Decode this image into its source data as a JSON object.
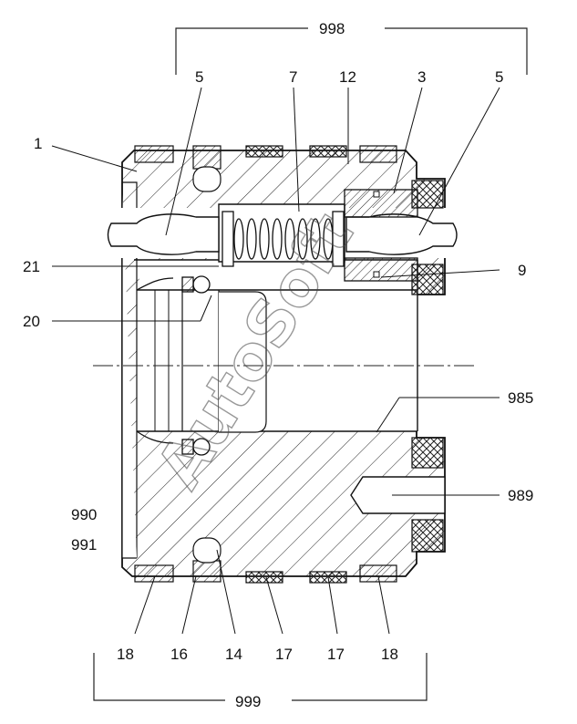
{
  "watermark": "AutoSoft",
  "labels": {
    "l998": "998",
    "l5a": "5",
    "l7": "7",
    "l12": "12",
    "l3": "3",
    "l5b": "5",
    "l1": "1",
    "l21": "21",
    "l9": "9",
    "l20": "20",
    "l985": "985",
    "l989": "989",
    "l990": "990",
    "l991": "991",
    "l18a": "18",
    "l16": "16",
    "l14": "14",
    "l17a": "17",
    "l17b": "17",
    "l18b": "18",
    "l999": "999"
  }
}
